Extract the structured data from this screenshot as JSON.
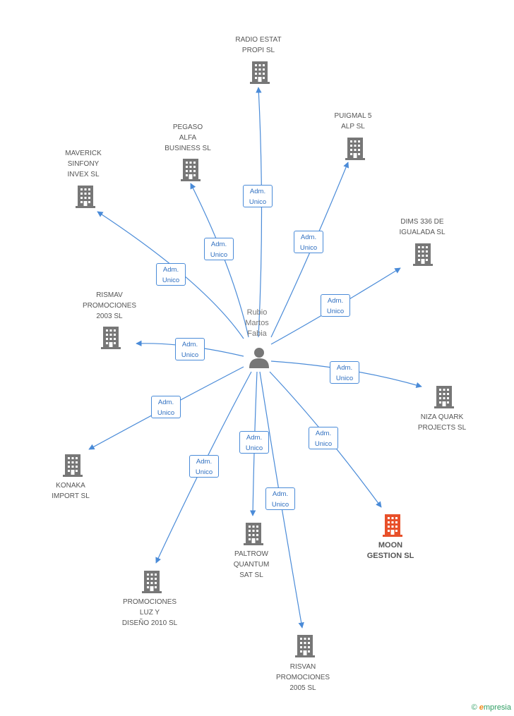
{
  "center": {
    "label": "Rubio\nMartos\nFabia"
  },
  "role_label": "Adm.\nUnico",
  "colors": {
    "line": "#4a8bd8",
    "building": "#777777",
    "building_highlight": "#e8502a"
  },
  "nodes": [
    {
      "id": "radio",
      "label": "RADIO ESTAT\nPROPI SL",
      "highlight": false
    },
    {
      "id": "puigmal",
      "label": "PUIGMAL 5\nALP SL",
      "highlight": false
    },
    {
      "id": "pegaso",
      "label": "PEGASO\nALFA\nBUSINESS  SL",
      "highlight": false
    },
    {
      "id": "maverick",
      "label": "MAVERICK\nSINFONY\nINVEX SL",
      "highlight": false
    },
    {
      "id": "dims",
      "label": "DIMS 336 DE\nIGUALADA SL",
      "highlight": false
    },
    {
      "id": "rismav",
      "label": "RISMAV\nPROMOCIONES\n2003 SL",
      "highlight": false
    },
    {
      "id": "niza",
      "label": "NIZA QUARK\nPROJECTS SL",
      "highlight": false
    },
    {
      "id": "konaka",
      "label": "KONAKA\nIMPORT SL",
      "highlight": false
    },
    {
      "id": "moon",
      "label": "MOON\nGESTION SL",
      "highlight": true
    },
    {
      "id": "paltrow",
      "label": "PALTROW\nQUANTUM\nSAT  SL",
      "highlight": false
    },
    {
      "id": "promociones_luz",
      "label": "PROMOCIONES\nLUZ Y\nDISEÑO 2010 SL",
      "highlight": false
    },
    {
      "id": "risvan",
      "label": "RISVAN\nPROMOCIONES\n2005 SL",
      "highlight": false
    }
  ],
  "footer": {
    "copyright": "©",
    "brand_first": "e",
    "brand_rest": "mpresia"
  }
}
